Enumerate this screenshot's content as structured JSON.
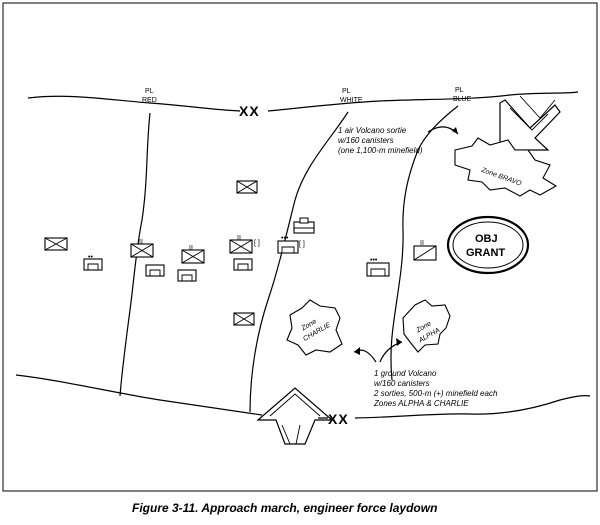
{
  "map": {
    "phase_lines": {
      "red": {
        "pl": "PL",
        "name": "RED"
      },
      "white": {
        "pl": "PL",
        "name": "WHITE"
      },
      "blue": {
        "pl": "PL",
        "name": "BLUE"
      }
    },
    "boundary_top_label": "XX",
    "boundary_bottom_label": "XX",
    "objective": {
      "line1": "OBJ",
      "line2": "GRANT"
    },
    "zones": {
      "bravo": "Zone BRAVO",
      "charlie": {
        "line1": "Zone",
        "line2": "CHARLIE"
      },
      "alpha": {
        "line1": "Zone",
        "line2": "ALPHA"
      }
    },
    "air_note": [
      "1 air Volcano sortie",
      "w/160 canisters",
      "(one 1,100-m minefield)"
    ],
    "ground_note": [
      "1 ground Volcano",
      "w/160 canisters",
      "2 sorties, 500-m (+) minefield each",
      "Zones ALPHA & CHARLIE"
    ],
    "unit_marks": {
      "dots3": "•••",
      "dots2": "••",
      "bars2": "II",
      "bracket": "[ ]"
    }
  },
  "caption": "Figure 3-11.  Approach march, engineer force laydown"
}
